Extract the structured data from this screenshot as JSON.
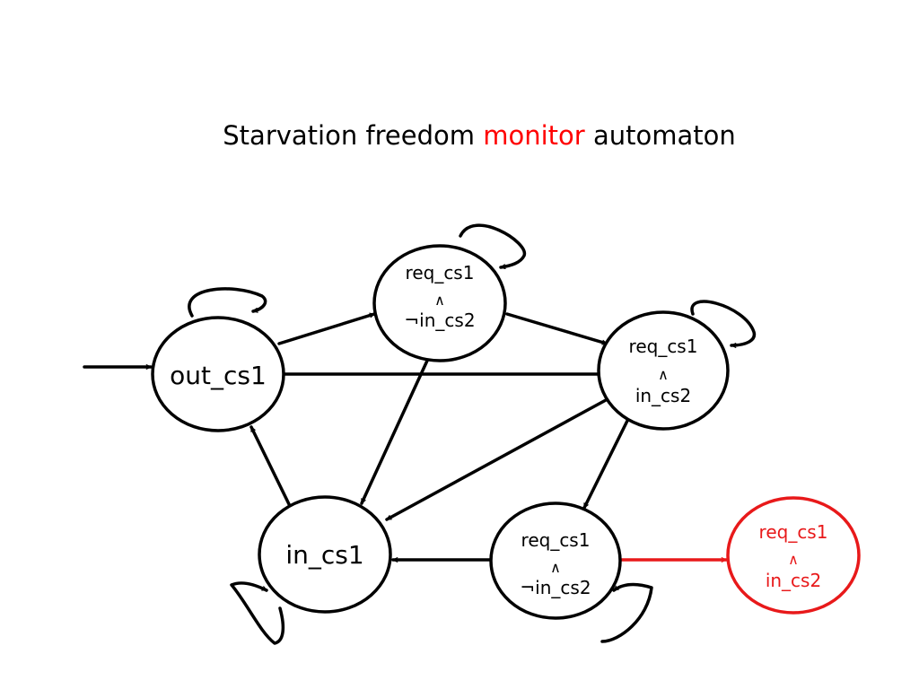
{
  "title": {
    "part1": "Starvation freedom",
    "part2": "monitor",
    "part3": "automaton"
  },
  "colors": {
    "accent": "#ff0000",
    "default": "#000000"
  },
  "states": {
    "out_cs1": {
      "label": "out_cs1"
    },
    "in_cs1": {
      "label": "in_cs1"
    },
    "req_notin_top": {
      "line1": "req_cs1",
      "line2": "∧",
      "line3": "¬in_cs2"
    },
    "req_in": {
      "line1": "req_cs1",
      "line2": "∧",
      "line3": "in_cs2"
    },
    "req_notin_bottom": {
      "line1": "req_cs1",
      "line2": "∧",
      "line3": "¬in_cs2"
    },
    "req_in_bad": {
      "line1": "req_cs1",
      "line2": "∧",
      "line3": "in_cs2"
    }
  }
}
